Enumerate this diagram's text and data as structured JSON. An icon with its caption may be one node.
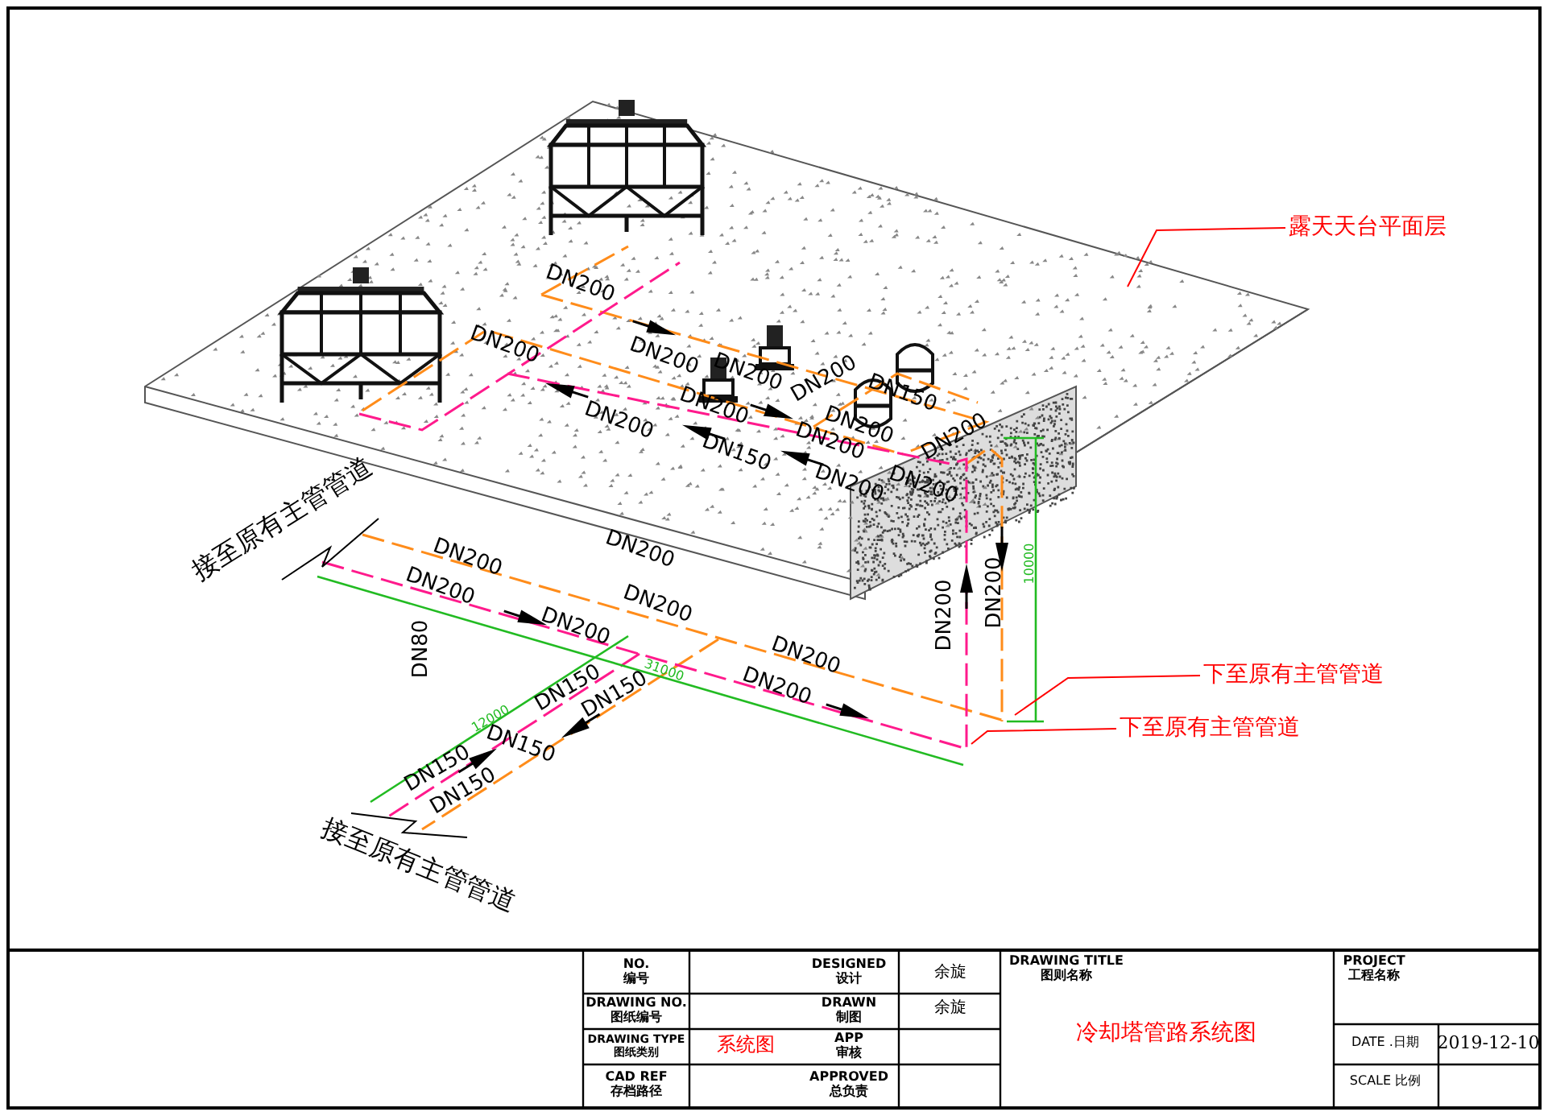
{
  "diagram": {
    "nodes": [
      {
        "text": [],
        "shape": "box"
      },
      {
        "text": [
          "露天天台平面层"
        ]
      },
      {
        "text": [
          "下至原有主管管道"
        ]
      },
      {
        "text": [
          "下至原有主管管道"
        ]
      }
    ],
    "edges": [
      {
        "from": 1,
        "to": 0,
        "arrow": "none"
      },
      {
        "from": 2,
        "to": null,
        "arrow": "none"
      },
      {
        "from": 3,
        "to": null,
        "arrow": "none"
      }
    ],
    "labels": [
      "DN200",
      "DN200",
      "DN200",
      "DN200",
      "DN200",
      "DN150",
      "DN200",
      "DN200",
      "DN150",
      "DN200",
      "DN200",
      "DN200",
      "DN200",
      "DN200",
      "接至原有主管管道",
      "DN200",
      "DN200",
      "DN200",
      "DN200",
      "DN200",
      "DN200",
      "DN200",
      "10000",
      "DN80",
      "31000",
      "DN200",
      "DN150",
      "DN150",
      "DN200",
      "12000",
      "DN150",
      "DN150",
      "DN150",
      "接至原有主管管道",
      "NO. 编号",
      "DESIGNED 设计",
      "余旋",
      "DRAWING TITLE 图则名称",
      "PROJECT 工程名称",
      "DRAWING NO. 图纸编号",
      "DRAWN 制图",
      "余旋",
      "冷却塔管路系统图",
      "DRAWING TYPE 图纸类别",
      "系统图",
      "APP 审核",
      "DATE .日期",
      "2019-12-10",
      "CAD REF 存档路径",
      "APPROVED 总负责",
      "SCALE 比例"
    ]
  }
}
